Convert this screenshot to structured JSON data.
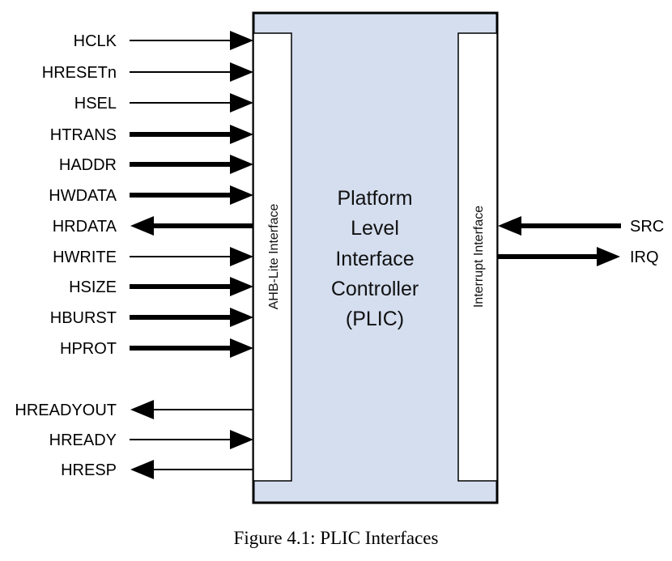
{
  "colors": {
    "block_fill": "#d4deef",
    "border": "#000000",
    "panel_fill": "#ffffff"
  },
  "left_signals": [
    {
      "name": "HCLK",
      "direction": "in",
      "width": "thin"
    },
    {
      "name": "HRESETn",
      "direction": "in",
      "width": "thin"
    },
    {
      "name": "HSEL",
      "direction": "in",
      "width": "thin"
    },
    {
      "name": "HTRANS",
      "direction": "in",
      "width": "thick"
    },
    {
      "name": "HADDR",
      "direction": "in",
      "width": "thick"
    },
    {
      "name": "HWDATA",
      "direction": "in",
      "width": "thick"
    },
    {
      "name": "HRDATA",
      "direction": "out",
      "width": "thick"
    },
    {
      "name": "HWRITE",
      "direction": "in",
      "width": "thin"
    },
    {
      "name": "HSIZE",
      "direction": "in",
      "width": "thick"
    },
    {
      "name": "HBURST",
      "direction": "in",
      "width": "thick"
    },
    {
      "name": "HPROT",
      "direction": "in",
      "width": "thick"
    },
    {
      "name": "HREADYOUT",
      "direction": "out",
      "width": "thin"
    },
    {
      "name": "HREADY",
      "direction": "in",
      "width": "thin"
    },
    {
      "name": "HRESP",
      "direction": "out",
      "width": "thin"
    }
  ],
  "right_signals": [
    {
      "name": "SRC",
      "direction": "in",
      "width": "thick"
    },
    {
      "name": "IRQ",
      "direction": "out",
      "width": "thick"
    }
  ],
  "left_panel_label": "AHB-Lite Interface",
  "right_panel_label": "Interrupt Interface",
  "center_label": [
    "Platform",
    "Level",
    "Interface",
    "Controller",
    "(PLIC)"
  ],
  "caption": "Figure 4.1: PLIC Interfaces"
}
